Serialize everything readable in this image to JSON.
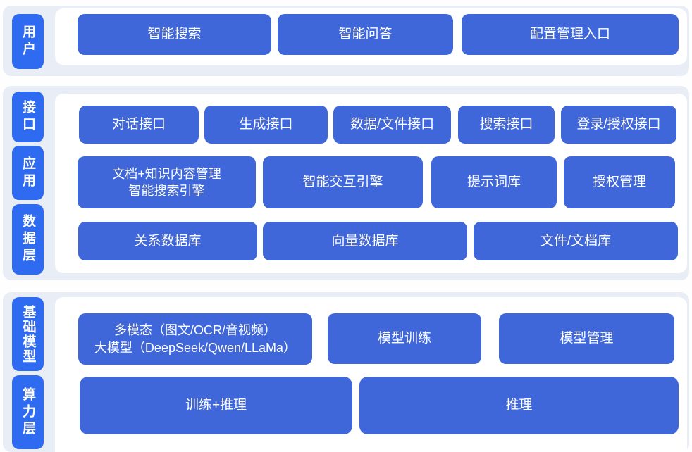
{
  "colors": {
    "band_background": "#e9eef6",
    "panel_background": "#ffffff",
    "node_blue": "#4067d9",
    "side_label_blue": "#2e6bf0",
    "text_color": "#ffffff"
  },
  "sections": [
    {
      "name": "user-layer",
      "side_labels": [
        "用户"
      ],
      "rows": [
        [
          "智能搜索",
          "智能问答",
          "配置管理入口"
        ]
      ]
    },
    {
      "name": "interface-application-data-layer",
      "side_labels": [
        "接口",
        "应用",
        "数据层"
      ],
      "rows": [
        [
          "对话接口",
          "生成接口",
          "数据/文件接口",
          "搜索接口",
          "登录/授权接口"
        ],
        [
          "文档+知识内容管理\n智能搜索引擎",
          "智能交互引擎",
          "提示词库",
          "授权管理"
        ],
        [
          "关系数据库",
          "向量数据库",
          "文件/文档库"
        ]
      ]
    },
    {
      "name": "foundation-model-compute-layer",
      "side_labels": [
        "基础模型",
        "算力层"
      ],
      "rows": [
        [
          "多模态（图文/OCR/音视频）\n大模型（DeepSeek/Qwen/LLaMa）",
          "模型训练",
          "模型管理"
        ],
        [
          "训练+推理",
          "推理"
        ]
      ]
    }
  ]
}
